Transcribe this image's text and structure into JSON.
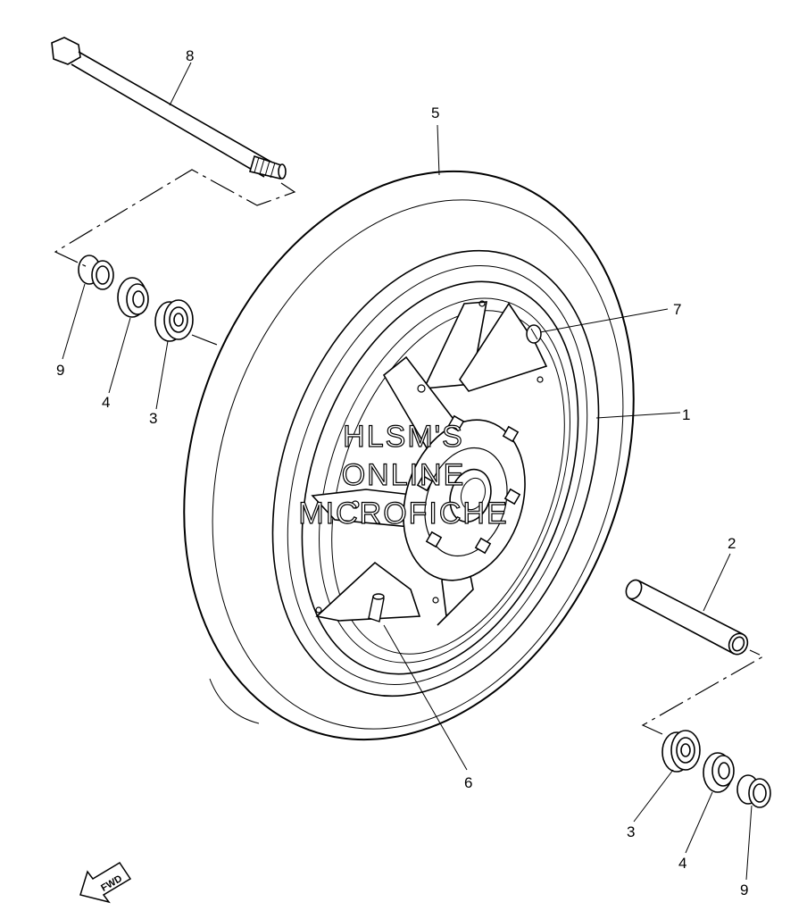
{
  "callouts": {
    "axle_bolt": "8",
    "tire": "5",
    "balance_weight": "7",
    "wheel": "1",
    "collar": "2",
    "valve": "6",
    "left_spacer": "9",
    "left_oil_seal": "4",
    "left_bearing": "3",
    "right_bearing": "3",
    "right_oil_seal": "4",
    "right_spacer": "9"
  },
  "watermark": {
    "line1": "HLSM'S",
    "line2": "ONLINE",
    "line3": "MICROFICHE"
  },
  "direction_arrow": {
    "label": "FWD",
    "icon": "arrow-left-down-icon"
  },
  "colors": {
    "line": "#000000",
    "background": "#ffffff"
  }
}
